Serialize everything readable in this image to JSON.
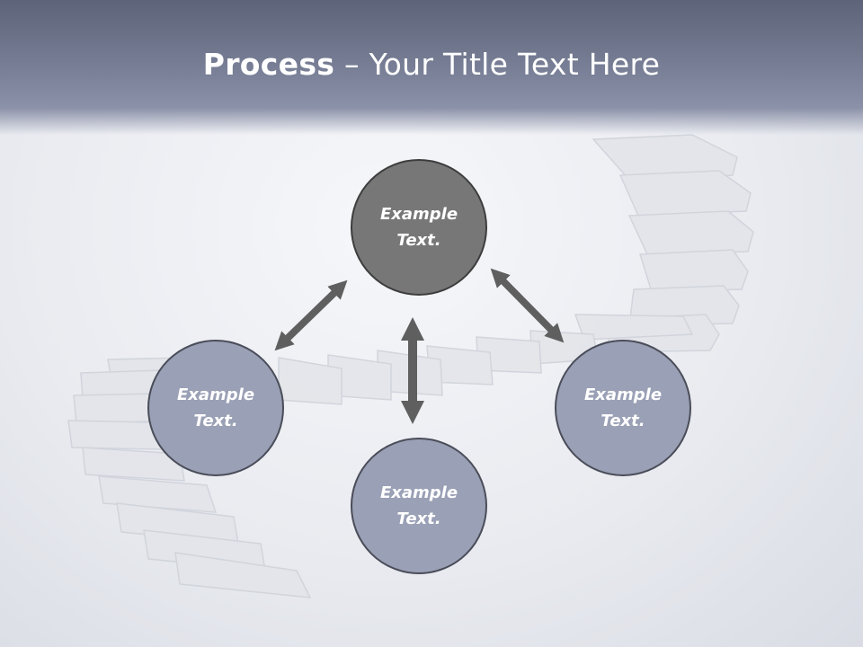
{
  "title": {
    "bold": "Process",
    "rest": " – Your Title Text Here"
  },
  "nodes": [
    {
      "line1": "Example",
      "line2": "Text."
    },
    {
      "line1": "Example",
      "line2": "Text."
    },
    {
      "line1": "Example",
      "line2": "Text."
    },
    {
      "line1": "Example",
      "line2": "Text."
    }
  ],
  "colors": {
    "header": "#7a8198",
    "top_circle": "#777777",
    "side_circles": "#9aa0b5",
    "arrows": "#5f5f5f"
  }
}
